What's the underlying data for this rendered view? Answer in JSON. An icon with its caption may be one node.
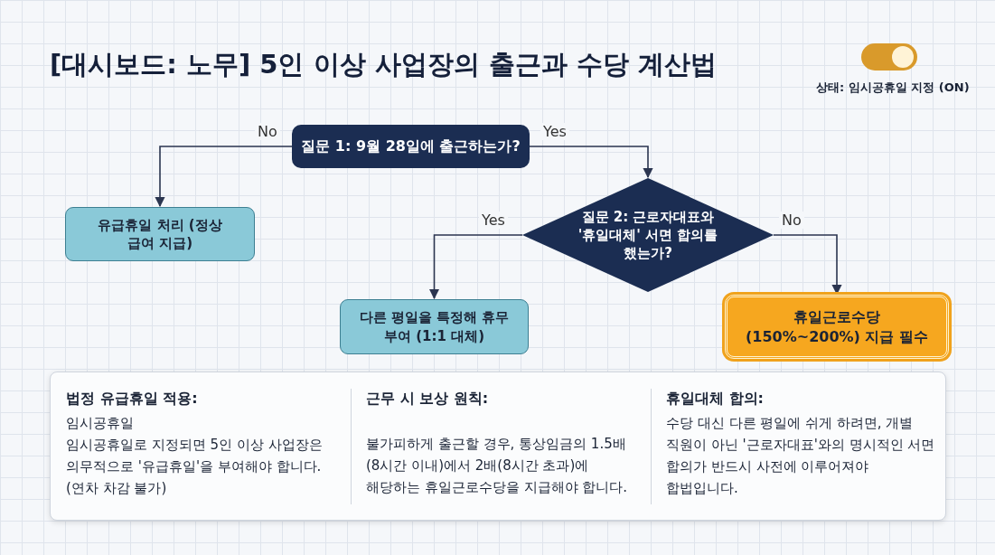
{
  "diagram": {
    "title": "[대시보드: 노무] 5인 이상 사업장의 출근과 수당 계산법",
    "nodes": [
      {
        "text": [
          "질문 1: 9월 28일에 출근하는가?"
        ]
      },
      {
        "text": [
          "유급휴일 처리 (정상 급여 지급)"
        ]
      },
      {
        "text": [
          "질문 2: 근로자대표와 '휴일대체' 서면 합의를 했는가?"
        ]
      },
      {
        "text": [
          "다른 평일을 특정해 휴무 부여 (1:1 대체)"
        ]
      },
      {
        "text": [
          "휴일근로수당(150%~200%) 지급 필수"
        ]
      },
      {
        "text": [
          "법정 유급휴일 적용:",
          "임시공휴일",
          "임시공휴일로 지정되면 5인 이상 사업장은 의무적으로 '유급휴일'을 부여해야 합니다. (연차 차감 불가)",
          "근무 시 보상 원칙:",
          "불가피하게 출근할 경우, 통상임금의 1.5배(8시간 이내)에서 2배(8시간 초과)에 해당하는 휴일근로수당을 지급해야 합니다.",
          "휴일대체 합의:",
          "수당 대신 다른 평일에 쉬게 하려면, 개별 직원이 아닌 '근로자대표'와의 명시적인 서면 합의가 반드시 사전에 이루어져야 합법입니다."
        ]
      }
    ],
    "edges": [
      {
        "from": 0,
        "to": 1,
        "arrow": "to",
        "label": "No"
      },
      {
        "from": 0,
        "to": 2,
        "arrow": "to",
        "label": "Yes"
      },
      {
        "from": 2,
        "to": 3,
        "arrow": "to",
        "label": "Yes"
      },
      {
        "from": 2,
        "to": 4,
        "arrow": "to",
        "label": "No"
      }
    ],
    "labels": [
      "상태: 임시공휴일 지정 (ON)"
    ]
  }
}
